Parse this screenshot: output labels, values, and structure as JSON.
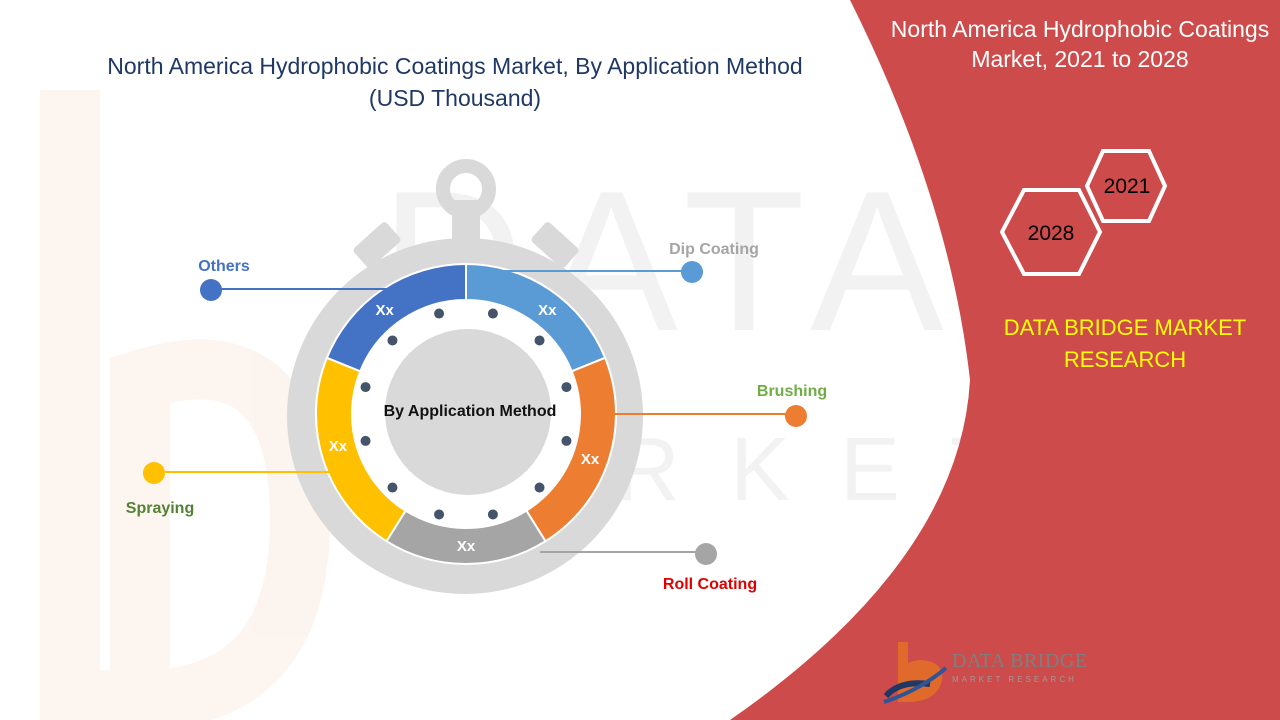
{
  "title": "North America Hydrophobic Coatings Market, By Application Method",
  "subtitle": "(USD Thousand)",
  "side_panel": {
    "title": "North America Hydrophobic Coatings Market, 2021 to 2028",
    "year_start": "2021",
    "year_end": "2028",
    "brand": "DATA BRIDGE MARKET RESEARCH"
  },
  "logo": {
    "name": "DATA BRIDGE",
    "tagline": "MARKET RESEARCH"
  },
  "colors": {
    "panel": "#cd4b4b",
    "title": "#1f3864",
    "brand": "#ffff00"
  },
  "chart_data": {
    "type": "pie",
    "center_label": "By Application Method",
    "segments": [
      {
        "name": "Dip Coating",
        "value": "Xx",
        "color": "#5b9bd5",
        "label_color": "#a5a5a5"
      },
      {
        "name": "Brushing",
        "value": "Xx",
        "color": "#ed7d31",
        "label_color": "#70ad47"
      },
      {
        "name": "Roll Coating",
        "value": "Xx",
        "color": "#a5a5a5",
        "label_color": "#e00000"
      },
      {
        "name": "Spraying",
        "value": "Xx",
        "color": "#ffc000",
        "label_color": "#548235"
      },
      {
        "name": "Others",
        "value": "Xx",
        "color": "#4472c4",
        "label_color": "#4472c4"
      }
    ]
  }
}
